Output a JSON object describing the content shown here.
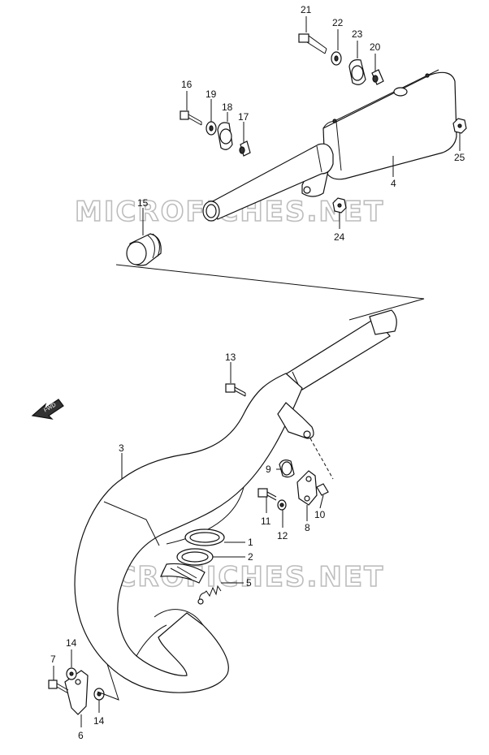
{
  "watermarks": [
    "MICROFICHES.NET",
    "MICROFICHES.NET"
  ],
  "fwd_label": "FWD",
  "callouts": {
    "c1": "1",
    "c2": "2",
    "c3": "3",
    "c4": "4",
    "c5": "5",
    "c6": "6",
    "c7": "7",
    "c8": "8",
    "c9": "9",
    "c10": "10",
    "c11": "11",
    "c12": "12",
    "c13": "13",
    "c14a": "14",
    "c14b": "14",
    "c15": "15",
    "c16": "16",
    "c17": "17",
    "c18": "18",
    "c19": "19",
    "c20": "20",
    "c21": "21",
    "c22": "22",
    "c23": "23",
    "c24": "24",
    "c25": "25"
  }
}
